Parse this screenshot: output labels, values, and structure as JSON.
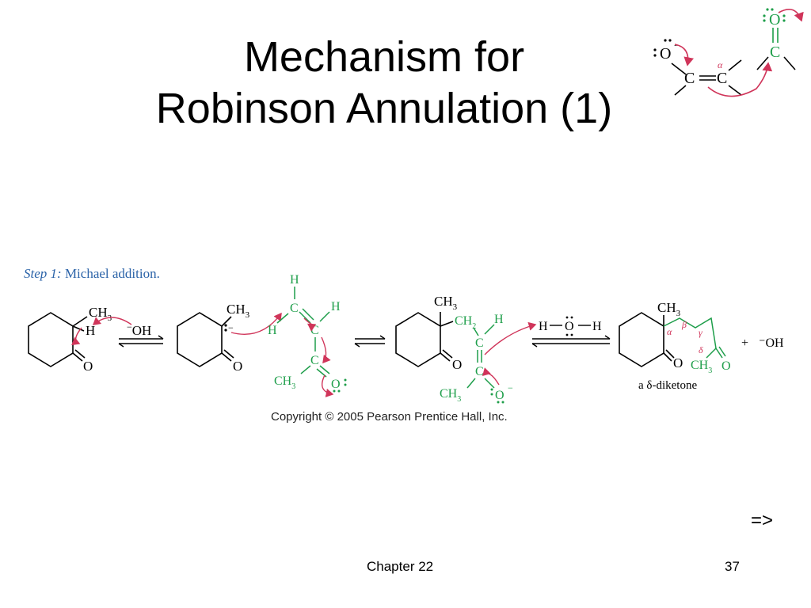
{
  "slide": {
    "title_line1": "Mechanism for",
    "title_line2": "Robinson Annulation (1)",
    "next_link": "=>",
    "chapter": "Chapter 22",
    "page_number": "37"
  },
  "figure": {
    "step_label": "Step 1:",
    "step_name": "Michael addition.",
    "copyright": "Copyright © 2005 Pearson Prentice Hall, Inc.",
    "product_caption": "a δ-diketone",
    "plus_sign": "+",
    "hydroxide_product": "⁻OH"
  },
  "labels": {
    "ch3": "CH",
    "sub3": "3",
    "ch2": "CH",
    "sub2": "2",
    "h": "H",
    "oh": "OH",
    "o": "O",
    "c": "C",
    "minus": "−",
    "alpha": "α",
    "beta": "β",
    "gamma": "γ",
    "delta": "δ"
  },
  "colors": {
    "green": "#1e9e4a",
    "arrow_red": "#d0355a",
    "pink_chain": "#d0355a",
    "step_blue": "#2b63a8"
  }
}
